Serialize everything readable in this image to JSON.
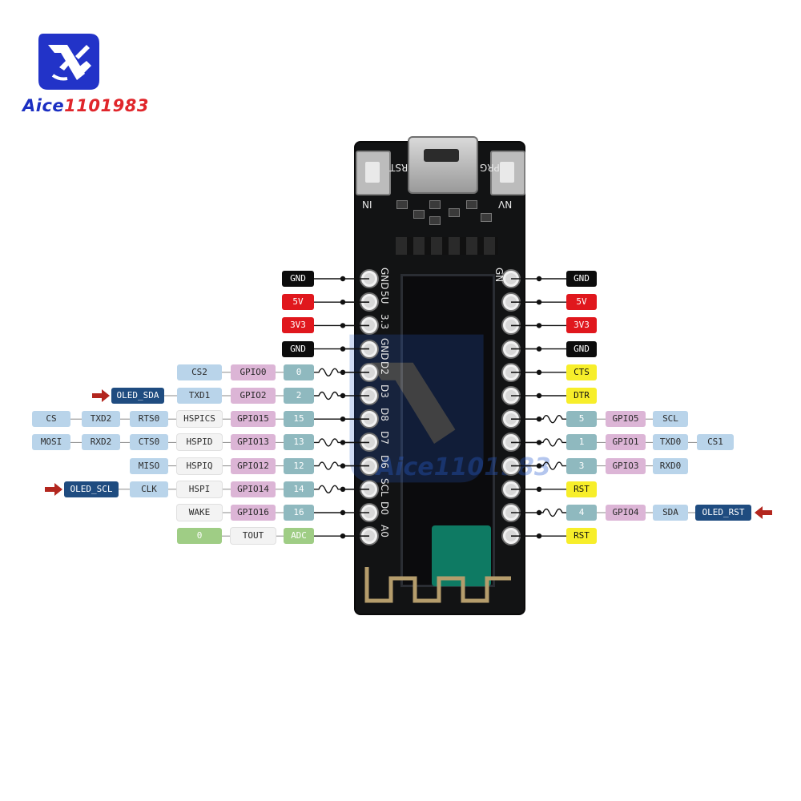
{
  "logo": {
    "text_blue": "Aice",
    "text_red": "1101983"
  },
  "watermark_text": "Aice1101983",
  "board": {
    "labels": {
      "rst": "RST",
      "prg": "PRG",
      "in": "IN",
      "nv": "NV"
    },
    "left_pin_labels": [
      "GND",
      "5U",
      "3.3",
      "GND",
      "D2",
      "D3",
      "D8",
      "D7",
      "D6",
      "SCL",
      "D0",
      "A0"
    ],
    "right_pin_labels": [
      "GN",
      "",
      "",
      "",
      "",
      "",
      "",
      "",
      "",
      "",
      "",
      ""
    ]
  },
  "left_rows": [
    {
      "labels": [
        {
          "text": "GND",
          "color": "black"
        }
      ]
    },
    {
      "labels": [
        {
          "text": "5V",
          "color": "red"
        }
      ]
    },
    {
      "labels": [
        {
          "text": "3V3",
          "color": "red"
        }
      ]
    },
    {
      "labels": [
        {
          "text": "GND",
          "color": "black"
        }
      ]
    },
    {
      "labels": [
        {
          "text": "CS2",
          "color": "blue"
        },
        {
          "text": "GPIO0",
          "color": "pink"
        },
        {
          "text": "0",
          "color": "teal"
        }
      ]
    },
    {
      "labels": [
        {
          "text": "OLED_SDA",
          "color": "navy"
        },
        {
          "text": "TXD1",
          "color": "blue"
        },
        {
          "text": "GPIO2",
          "color": "pink"
        },
        {
          "text": "2",
          "color": "teal"
        }
      ]
    },
    {
      "labels": [
        {
          "text": "CS",
          "color": "blue"
        },
        {
          "text": "TXD2",
          "color": "blue"
        },
        {
          "text": "RTS0",
          "color": "blue"
        },
        {
          "text": "HSPICS",
          "color": "white"
        },
        {
          "text": "GPIO15",
          "color": "pink"
        },
        {
          "text": "15",
          "color": "teal"
        }
      ]
    },
    {
      "labels": [
        {
          "text": "MOSI",
          "color": "blue"
        },
        {
          "text": "RXD2",
          "color": "blue"
        },
        {
          "text": "CTS0",
          "color": "blue"
        },
        {
          "text": "HSPID",
          "color": "white"
        },
        {
          "text": "GPIO13",
          "color": "pink"
        },
        {
          "text": "13",
          "color": "teal"
        }
      ]
    },
    {
      "labels": [
        {
          "text": "MISO",
          "color": "blue"
        },
        {
          "text": "HSPIQ",
          "color": "white"
        },
        {
          "text": "GPIO12",
          "color": "pink"
        },
        {
          "text": "12",
          "color": "teal"
        }
      ]
    },
    {
      "labels": [
        {
          "text": "OLED_SCL",
          "color": "navy"
        },
        {
          "text": "CLK",
          "color": "blue"
        },
        {
          "text": "HSPI",
          "color": "white"
        },
        {
          "text": "GPIO14",
          "color": "pink"
        },
        {
          "text": "14",
          "color": "teal"
        }
      ]
    },
    {
      "labels": [
        {
          "text": "WAKE",
          "color": "white"
        },
        {
          "text": "GPIO16",
          "color": "pink"
        },
        {
          "text": "16",
          "color": "teal"
        }
      ]
    },
    {
      "labels": [
        {
          "text": "0",
          "color": "green"
        },
        {
          "text": "TOUT",
          "color": "white"
        },
        {
          "text": "ADC",
          "color": "green"
        }
      ]
    }
  ],
  "right_rows": [
    {
      "labels": [
        {
          "text": "GND",
          "color": "black"
        }
      ]
    },
    {
      "labels": [
        {
          "text": "5V",
          "color": "red"
        }
      ]
    },
    {
      "labels": [
        {
          "text": "3V3",
          "color": "red"
        }
      ]
    },
    {
      "labels": [
        {
          "text": "GND",
          "color": "black"
        }
      ]
    },
    {
      "labels": [
        {
          "text": "CTS",
          "color": "yellow"
        }
      ]
    },
    {
      "labels": [
        {
          "text": "DTR",
          "color": "yellow"
        }
      ]
    },
    {
      "labels": [
        {
          "text": "5",
          "color": "teal"
        },
        {
          "text": "GPIO5",
          "color": "pink"
        },
        {
          "text": "SCL",
          "color": "blue"
        }
      ]
    },
    {
      "labels": [
        {
          "text": "1",
          "color": "teal"
        },
        {
          "text": "GPIO1",
          "color": "pink"
        },
        {
          "text": "TXD0",
          "color": "blue"
        },
        {
          "text": "CS1",
          "color": "blue"
        }
      ]
    },
    {
      "labels": [
        {
          "text": "3",
          "color": "teal"
        },
        {
          "text": "GPIO3",
          "color": "pink"
        },
        {
          "text": "RXD0",
          "color": "blue"
        }
      ]
    },
    {
      "labels": [
        {
          "text": "RST",
          "color": "yellow"
        }
      ]
    },
    {
      "labels": [
        {
          "text": "4",
          "color": "teal"
        },
        {
          "text": "GPIO4",
          "color": "pink"
        },
        {
          "text": "SDA",
          "color": "blue"
        },
        {
          "text": "OLED_RST",
          "color": "navy"
        }
      ]
    },
    {
      "labels": [
        {
          "text": "RST",
          "color": "yellow"
        }
      ]
    }
  ],
  "colors": {
    "black": "#0c0c0c",
    "red": "#e0171d",
    "yellow": "#f7ee2a",
    "teal": "#8fb9bf",
    "pink": "#dcb5d6",
    "white": "#f3f3f3",
    "blue": "#b9d4ea",
    "navy": "#1f4c80",
    "green": "#9fcd85",
    "arrow": "#b3261e",
    "logo_blue": "#1b2fc2",
    "logo_red": "#e0262b"
  }
}
